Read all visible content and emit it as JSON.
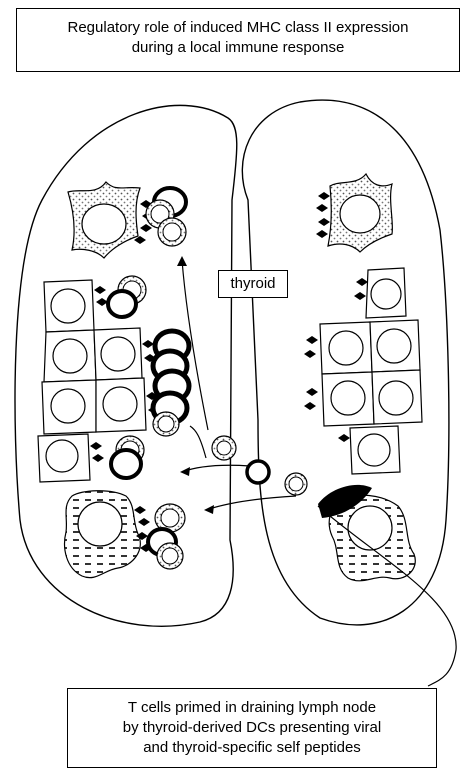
{
  "title": {
    "line1": "Regulatory role of induced MHC class II expression",
    "line2": "during a local immune response"
  },
  "organ_label": "thyroid",
  "caption": {
    "line1": "T cells primed in draining lymph node",
    "line2": "by thyroid-derived DCs presenting viral",
    "line3": "and thyroid-specific self peptides"
  }
}
